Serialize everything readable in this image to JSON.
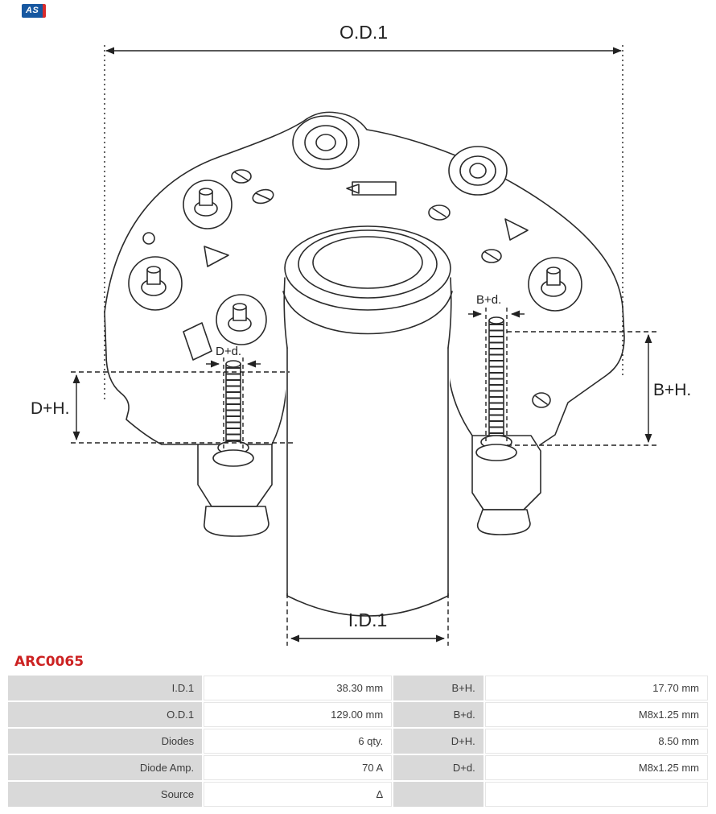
{
  "logo": {
    "text": "AS"
  },
  "drawing": {
    "dim_od1": "O.D.1",
    "dim_id1": "I.D.1",
    "dim_dh": "D+H.",
    "dim_bh": "B+H.",
    "dim_dd": "D+d.",
    "dim_bd": "B+d."
  },
  "part_number": "ARC0065",
  "colors": {
    "part_number_red": "#cc2222",
    "table_label_bg": "#d9d9d9",
    "line_color": "#2b2b2b",
    "logo_blue": "#1657a0"
  },
  "table": {
    "rows": [
      {
        "label1": "I.D.1",
        "value1": "38.30 mm",
        "label2": "B+H.",
        "value2": "17.70 mm"
      },
      {
        "label1": "O.D.1",
        "value1": "129.00 mm",
        "label2": "B+d.",
        "value2": "M8x1.25 mm"
      },
      {
        "label1": "Diodes",
        "value1": "6 qty.",
        "label2": "D+H.",
        "value2": "8.50 mm"
      },
      {
        "label1": "Diode Amp.",
        "value1": "70 A",
        "label2": "D+d.",
        "value2": "M8x1.25 mm"
      },
      {
        "label1": "Source",
        "value1": "Δ",
        "label2": "",
        "value2": ""
      }
    ]
  }
}
